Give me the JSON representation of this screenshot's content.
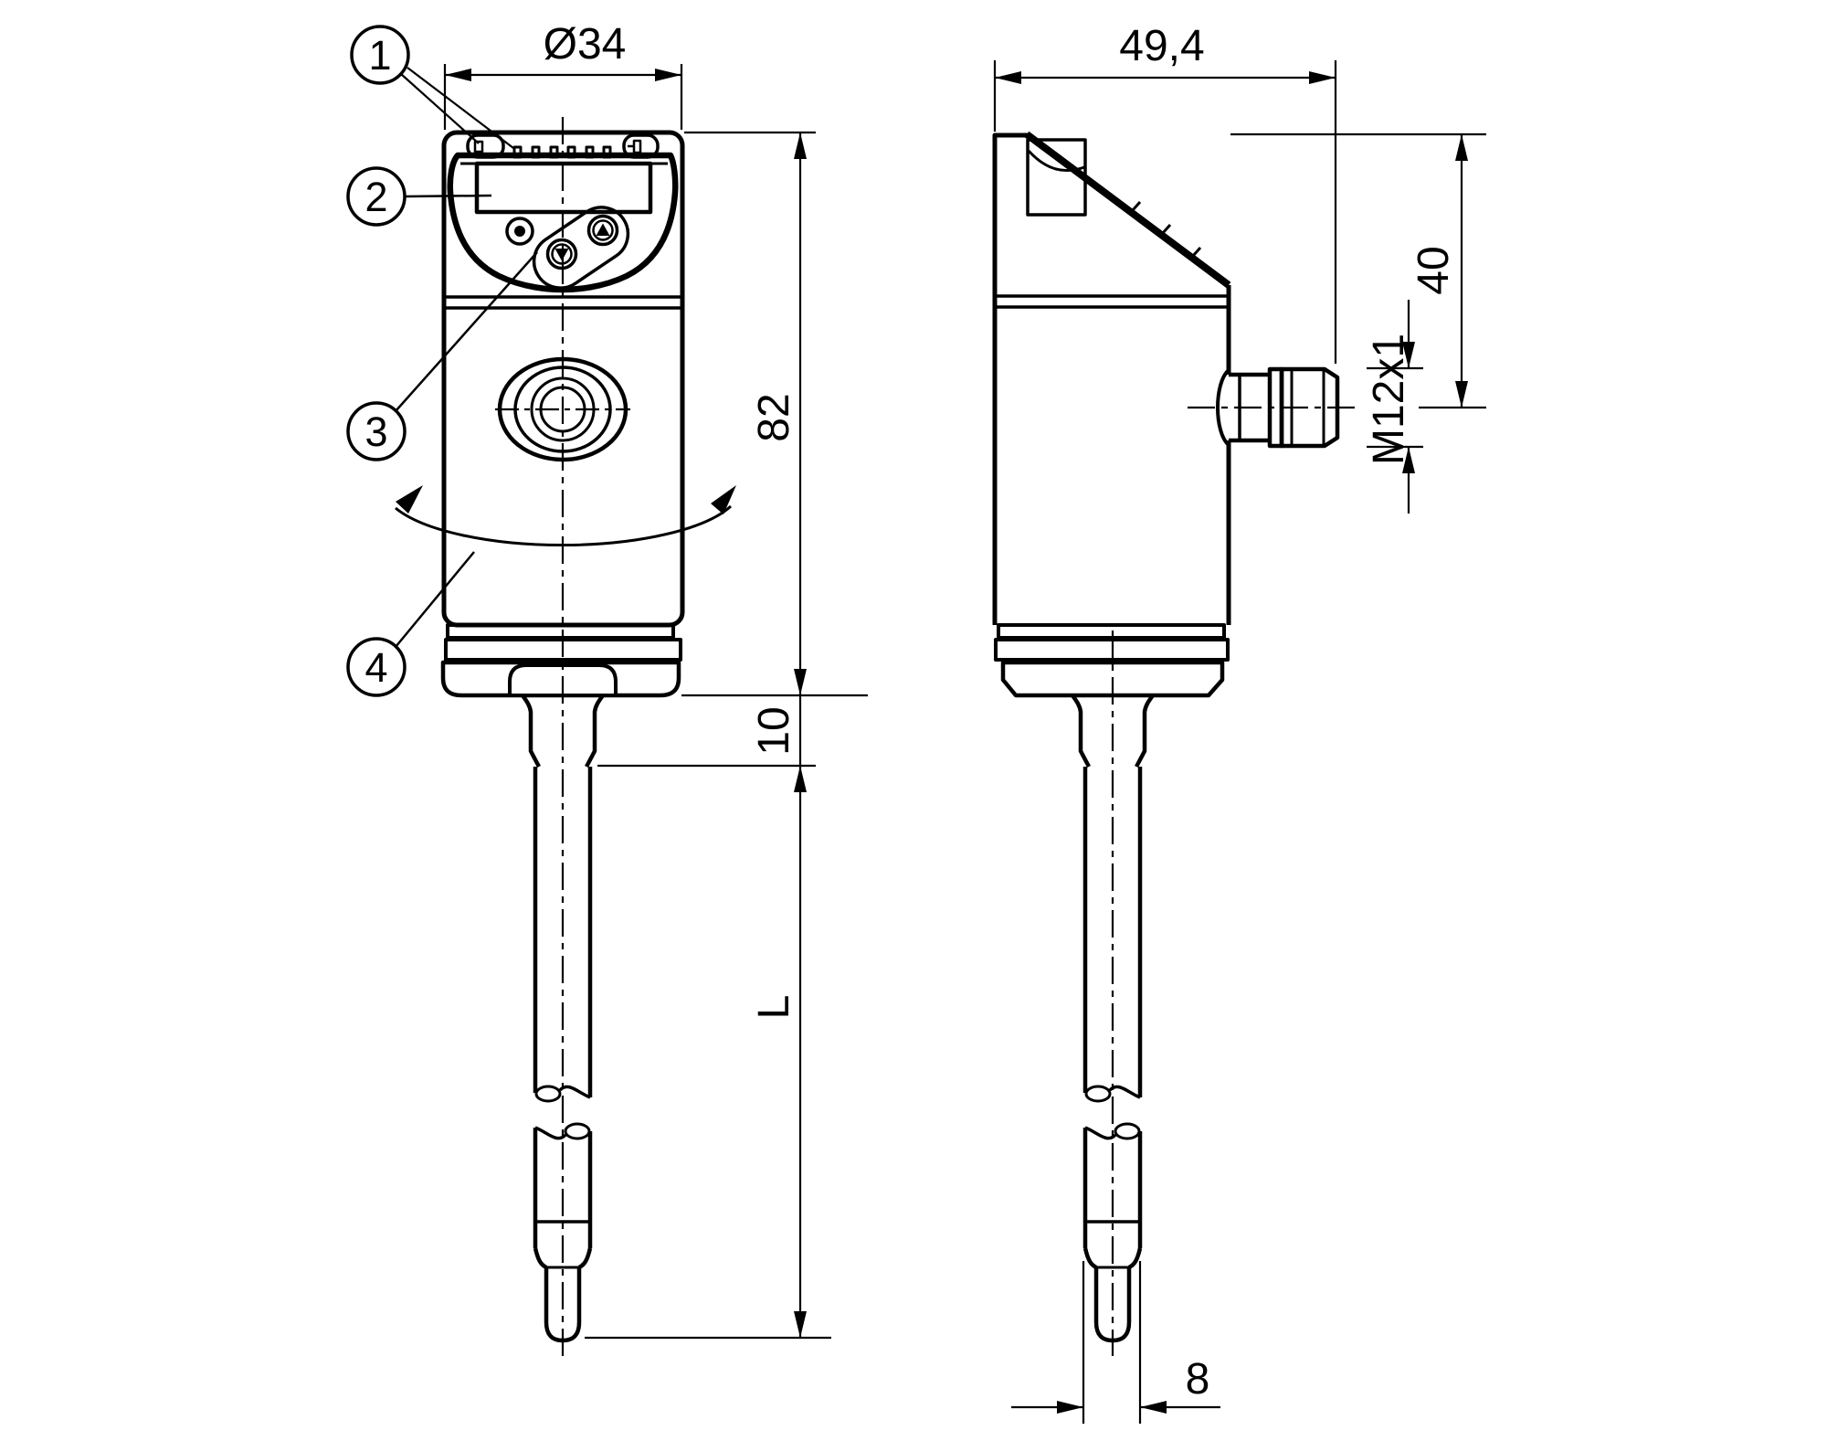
{
  "drawing": {
    "type": "technical-dimension-drawing",
    "background": "#ffffff",
    "line_color": "#000000",
    "views": {
      "front_view": "sensor front view with display, pushbuttons and probe",
      "side_view": "sensor side view with M12 connector and probe"
    },
    "dimensions": {
      "head_diameter": "Ø34",
      "housing_depth": "49,4",
      "housing_height": "82",
      "adapter_length": "10",
      "connector_center_from_top": "40",
      "connector_thread": "M12x1",
      "probe_length": "L",
      "probe_diameter": "8"
    },
    "callouts": [
      {
        "number": "1"
      },
      {
        "number": "2"
      },
      {
        "number": "3"
      },
      {
        "number": "4"
      }
    ]
  }
}
